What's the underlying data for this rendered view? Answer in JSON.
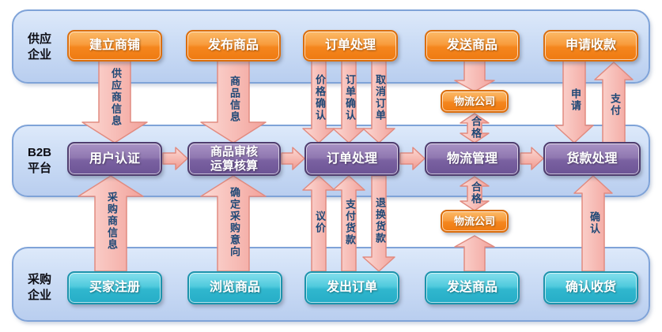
{
  "diagram": {
    "lanes": [
      {
        "label": "供应\n企业"
      },
      {
        "label": "B2B\n平台"
      },
      {
        "label": "采购\n企业"
      }
    ],
    "supplier": {
      "create_shop": "建立商铺",
      "publish_product": "发布商品",
      "order_process": "订单处理",
      "ship_product": "发送商品",
      "request_payment": "申请收款"
    },
    "platform": {
      "user_auth": "用户认证",
      "product_review": "商品审核\n运算核算",
      "order_process": "订单处理",
      "logistics_mgmt": "物流管理",
      "payment_process": "货款处理"
    },
    "buyer": {
      "register": "买家注册",
      "browse_products": "浏览商品",
      "place_order": "发出订单",
      "ship_product": "发送商品",
      "confirm_receipt": "确认收货"
    },
    "logistics_company_top": "物流公司",
    "logistics_company_bottom": "物流公司",
    "arrow_labels": {
      "supplier_info": "供应商信息",
      "product_info": "商品信息",
      "price_confirm": "价格确认",
      "order_confirm": "订单确认",
      "cancel_order": "取消订单",
      "apply": "申请",
      "pay": "支付",
      "qualified_top": "合格",
      "buyer_info": "采购商信息",
      "purchase_intent": "确定采购意向",
      "negotiate": "议价",
      "pay_for_goods": "支付货款",
      "return_refund": "退换货款",
      "qualified_bottom": "合格",
      "confirm": "确认"
    },
    "colors": {
      "supplier_box": "#F5861E",
      "platform_box": "#7A61A1",
      "buyer_box": "#30B7CE",
      "arrow_fill": "#F6AFA8",
      "arrow_border": "#E18B80",
      "lane_fill": "#CBDCF5",
      "arrow_text": "#1E4876"
    }
  }
}
